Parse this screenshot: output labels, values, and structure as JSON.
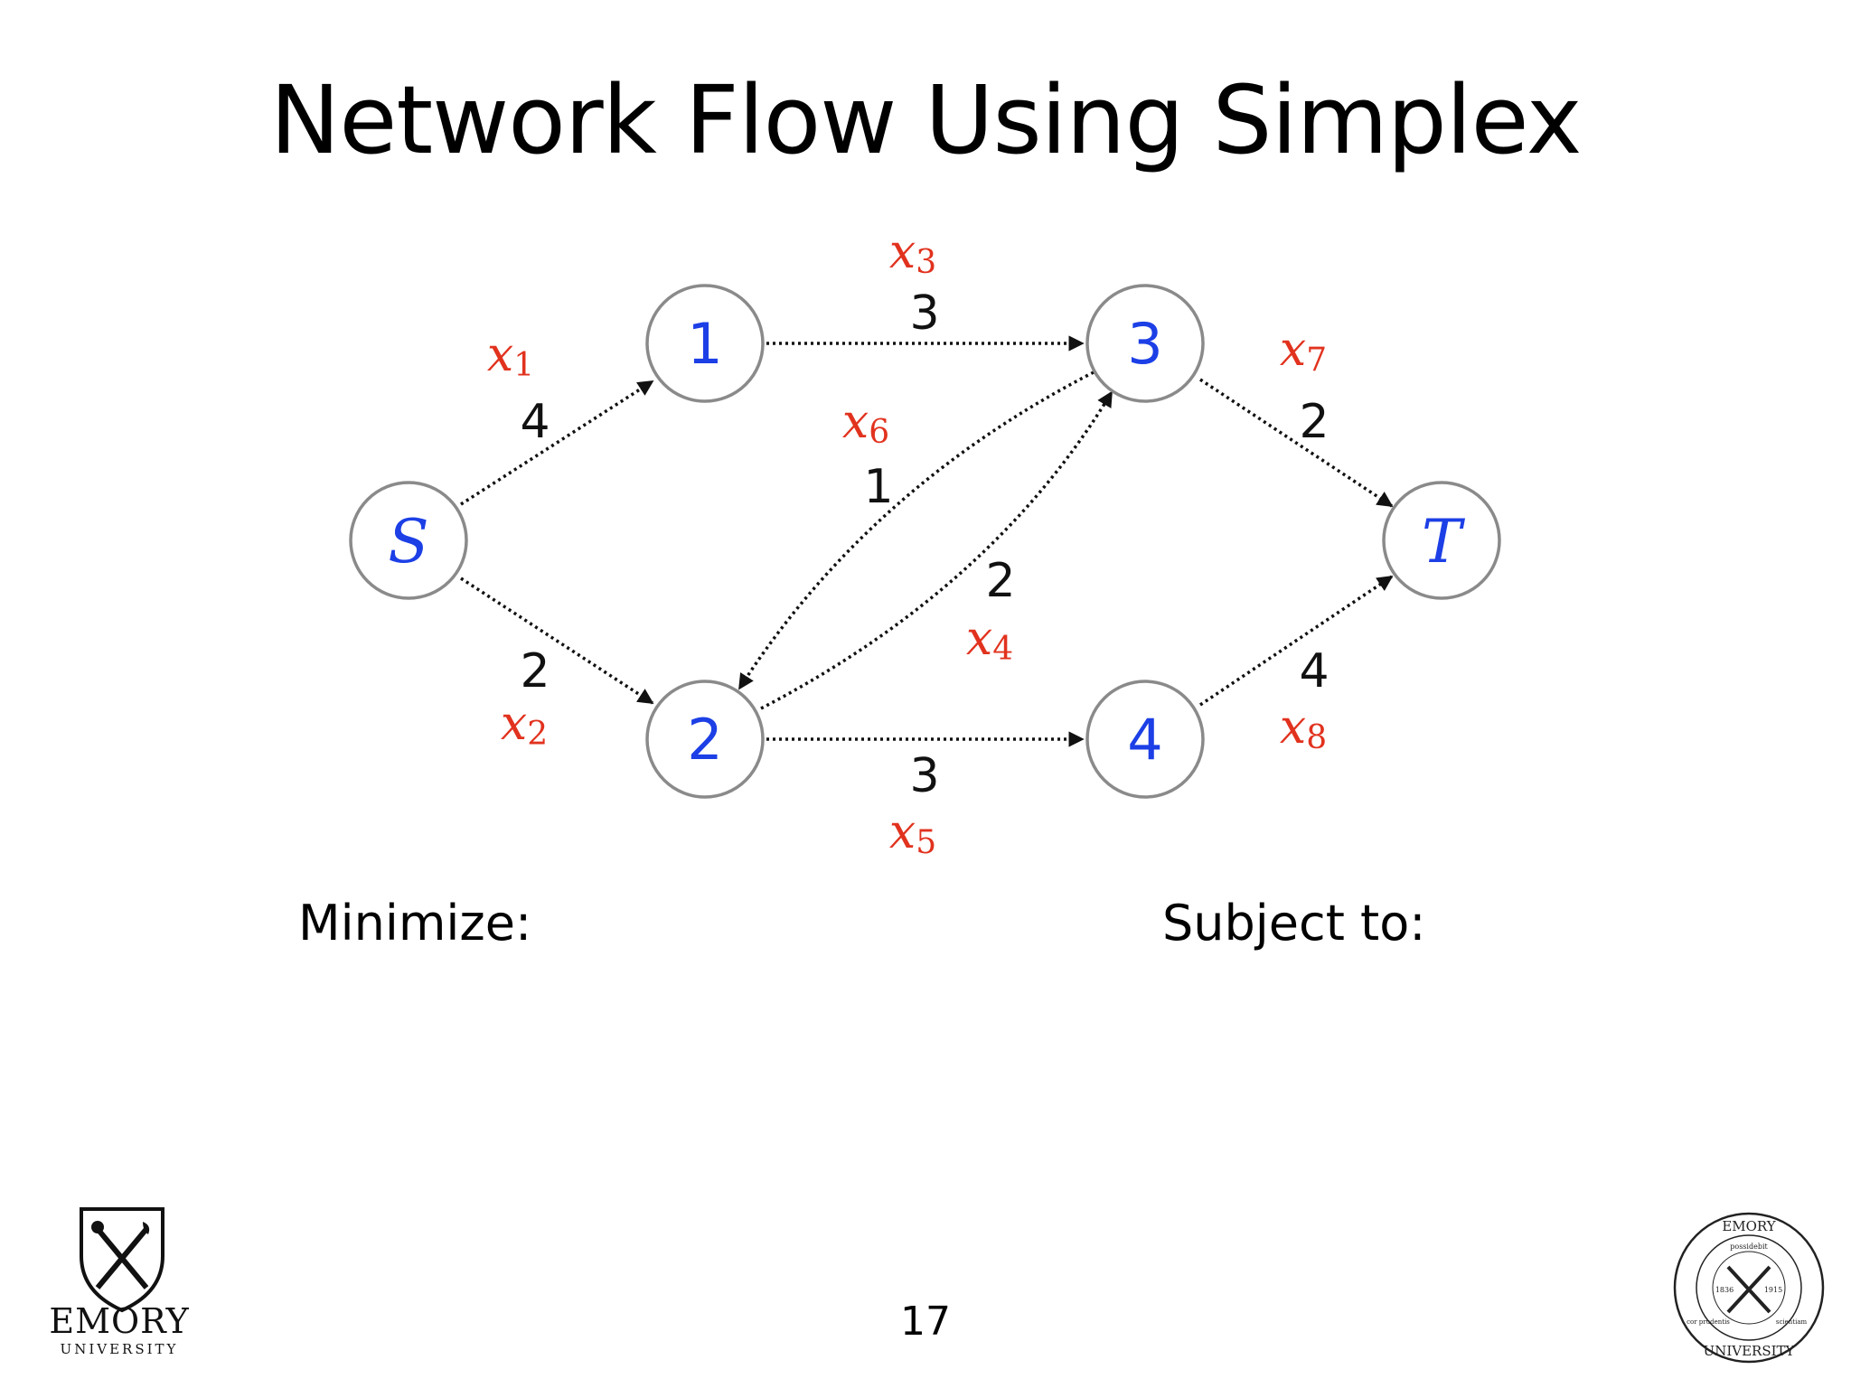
{
  "slide": {
    "title": "Network Flow Using Simplex",
    "minimize_label": "Minimize:",
    "subject_to_label": "Subject to:",
    "page_number": "17"
  },
  "graph": {
    "nodes": {
      "S": "S",
      "n1": "1",
      "n2": "2",
      "n3": "3",
      "n4": "4",
      "T": "T"
    },
    "edges": [
      {
        "from": "S",
        "to": "1",
        "capacity": "4",
        "var": "x",
        "sub": "1"
      },
      {
        "from": "S",
        "to": "2",
        "capacity": "2",
        "var": "x",
        "sub": "2"
      },
      {
        "from": "1",
        "to": "3",
        "capacity": "3",
        "var": "x",
        "sub": "3"
      },
      {
        "from": "2",
        "to": "3",
        "capacity": "2",
        "var": "x",
        "sub": "4"
      },
      {
        "from": "2",
        "to": "4",
        "capacity": "3",
        "var": "x",
        "sub": "5"
      },
      {
        "from": "3",
        "to": "2",
        "capacity": "1",
        "var": "x",
        "sub": "6"
      },
      {
        "from": "3",
        "to": "T",
        "capacity": "2",
        "var": "x",
        "sub": "7"
      },
      {
        "from": "4",
        "to": "T",
        "capacity": "4",
        "var": "x",
        "sub": "8"
      }
    ]
  },
  "logo": {
    "name": "EMORY",
    "sub": "UNIVERSITY",
    "seal_top": "EMORY",
    "seal_bottom": "UNIVERSITY",
    "seal_motto": "possidebit",
    "seal_year_left": "1836",
    "seal_year_right": "1915",
    "seal_left_word": "cor prudentis",
    "seal_right_word": "scientiam"
  },
  "colors": {
    "node_label": "#1c3fe6",
    "variable": "#e1321e",
    "capacity": "#111111",
    "node_stroke": "#8a8a8a"
  }
}
